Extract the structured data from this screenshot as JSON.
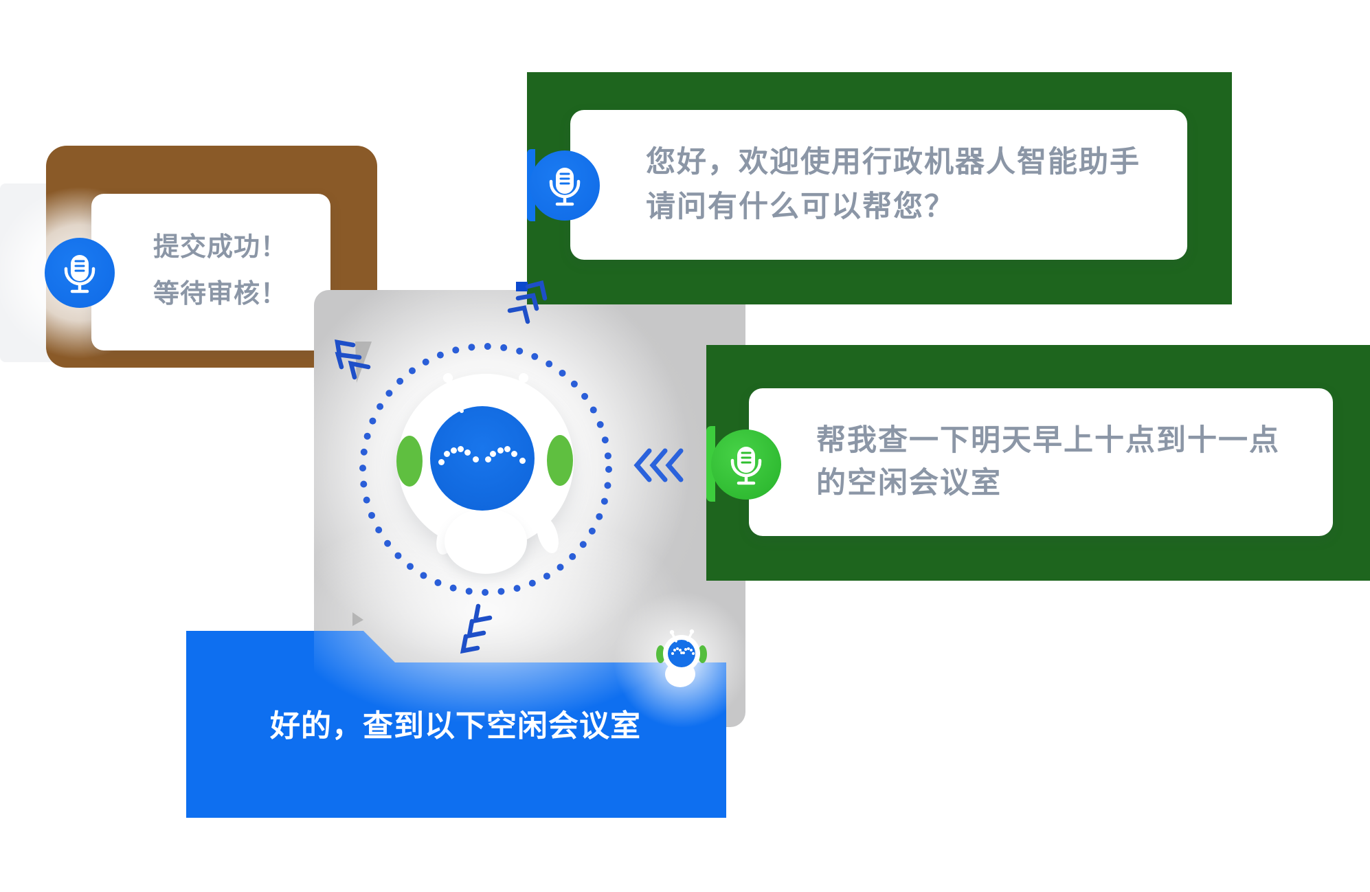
{
  "colors": {
    "green_panel": "#1E651E",
    "blue_banner": "#0E6FF0",
    "brown_panel": "#8A5A28",
    "gray_panel": "#C7C7C8",
    "mic_blue": "#1173EE",
    "mic_green": "#2FBF2F",
    "bubble_text_gray": "#8B96A6",
    "accent_blue": "#2A5ED8"
  },
  "bubbles": {
    "welcome": {
      "line1": "您好，欢迎使用行政机器人智能助手",
      "line2": "请问有什么可以帮您？",
      "icon": "microphone-icon"
    },
    "query": {
      "line1": "帮我查一下明天早上十点到十一点",
      "line2": "的空闲会议室",
      "icon": "microphone-icon"
    },
    "status": {
      "line1": "提交成功！",
      "line2": "等待审核！",
      "icon": "microphone-icon"
    },
    "reply": {
      "text": "好的，查到以下空闲会议室"
    }
  },
  "icons": {
    "microphone": "microphone-icon",
    "robot": "robot-avatar",
    "robot_small": "robot-mini",
    "ring": "dotted-ring",
    "arrows": "chevron-arrows"
  }
}
